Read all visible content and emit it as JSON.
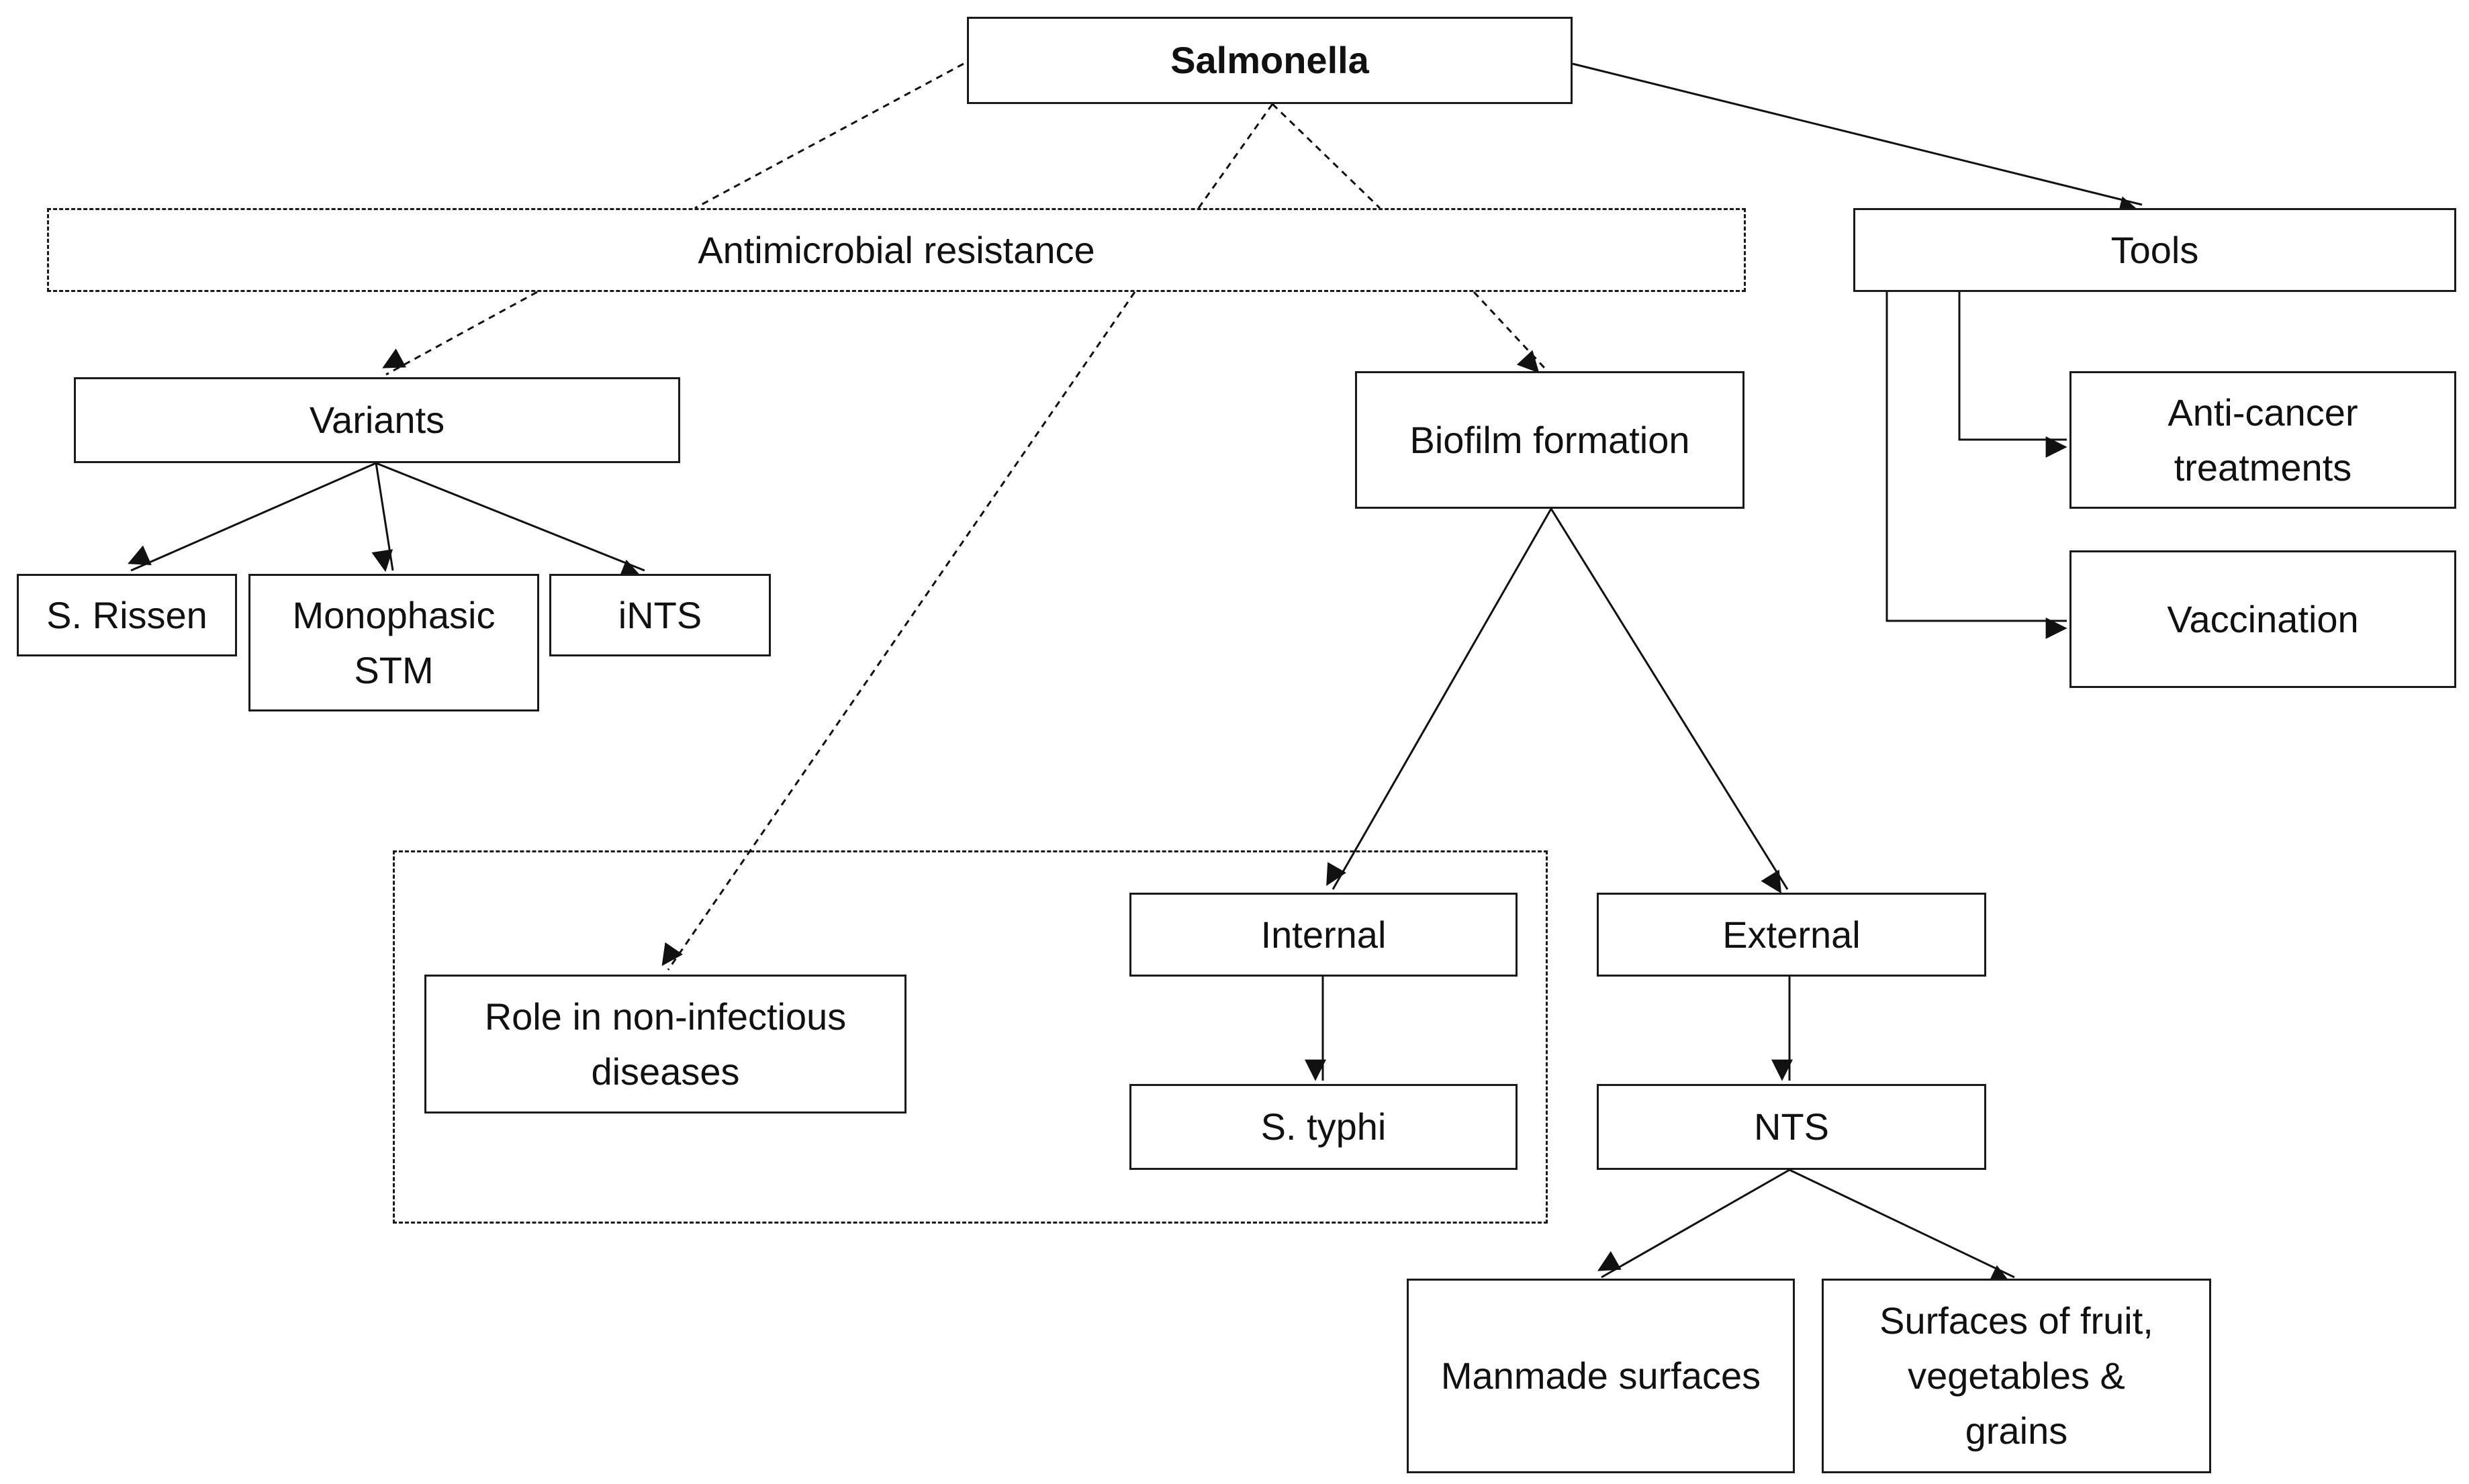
{
  "nodes": {
    "salmonella": "Salmonella",
    "antimicrobial_resistance": "Antimicrobial resistance",
    "tools": "Tools",
    "variants": "Variants",
    "biofilm_formation": "Biofilm formation",
    "anti_cancer": "Anti-cancer\ntreatments",
    "vaccination": "Vaccination",
    "s_rissen": "S. Rissen",
    "monophasic_stm": "Monophasic\nSTM",
    "ints": "iNTS",
    "internal": "Internal",
    "external": "External",
    "role_non_infectious": "Role in non-infectious\ndiseases",
    "s_typhi": "S. typhi",
    "nts": "NTS",
    "manmade_surfaces": "Manmade surfaces",
    "surfaces_fruit": "Surfaces of fruit,\nvegetables &\ngrains"
  }
}
